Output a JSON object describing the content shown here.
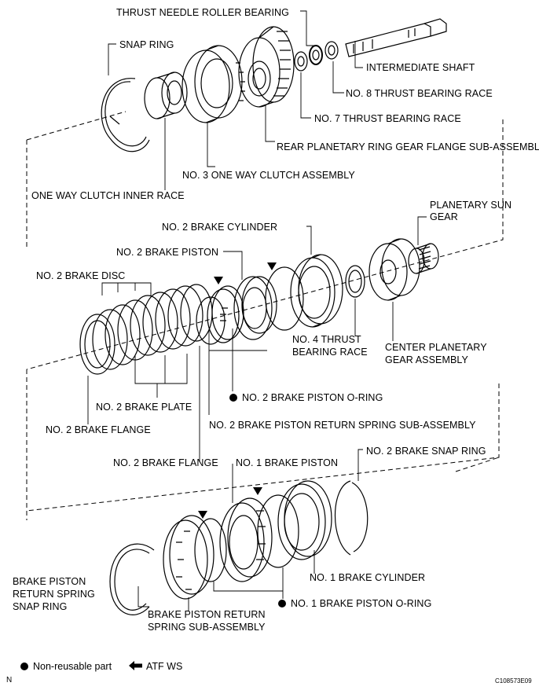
{
  "labels": {
    "thrust_needle_roller_bearing": "THRUST NEEDLE ROLLER BEARING",
    "snap_ring": "SNAP RING",
    "intermediate_shaft": "INTERMEDIATE SHAFT",
    "no8_thrust_bearing_race": "NO. 8 THRUST BEARING RACE",
    "no7_thrust_bearing_race": "NO. 7 THRUST BEARING RACE",
    "rear_planetary_ring_gear_flange": "REAR PLANETARY RING GEAR FLANGE SUB-ASSEMBLY",
    "no3_one_way_clutch": "NO. 3 ONE WAY CLUTCH ASSEMBLY",
    "one_way_clutch_inner_race": "ONE WAY CLUTCH INNER RACE",
    "planetary_sun_gear_1": "PLANETARY SUN",
    "planetary_sun_gear_2": "GEAR",
    "no2_brake_cylinder": "NO. 2 BRAKE CYLINDER",
    "no2_brake_piston": "NO. 2 BRAKE PISTON",
    "no2_brake_disc": "NO. 2 BRAKE DISC",
    "no4_thrust_bearing_race_1": "NO. 4 THRUST",
    "no4_thrust_bearing_race_2": "BEARING RACE",
    "center_planetary_gear_1": "CENTER PLANETARY",
    "center_planetary_gear_2": "GEAR ASSEMBLY",
    "no2_brake_piston_oring": "NO. 2 BRAKE PISTON O-RING",
    "no2_brake_plate": "NO. 2 BRAKE PLATE",
    "no2_brake_flange_a": "NO. 2 BRAKE FLANGE",
    "no2_brake_piston_return_spring": "NO. 2 BRAKE PISTON RETURN SPRING SUB-ASSEMBLY",
    "no2_brake_flange_b": "NO. 2 BRAKE FLANGE",
    "no1_brake_piston": "NO. 1 BRAKE PISTON",
    "no2_brake_snap_ring": "NO. 2 BRAKE SNAP RING",
    "brake_piston_return_spring_snap_ring_1": "BRAKE PISTON",
    "brake_piston_return_spring_snap_ring_2": "RETURN SPRING",
    "brake_piston_return_spring_snap_ring_3": "SNAP RING",
    "no1_brake_cylinder": "NO. 1 BRAKE CYLINDER",
    "brake_piston_return_spring_sub_1": "BRAKE PISTON RETURN",
    "brake_piston_return_spring_sub_2": "SPRING SUB-ASSEMBLY",
    "no1_brake_piston_oring": "NO. 1 BRAKE PISTON O-RING"
  },
  "legend": {
    "non_reusable": "Non-reusable part",
    "atf": "ATF WS"
  },
  "corner": {
    "left": "N",
    "right": "C108573E09"
  },
  "icons": {
    "non_reusable": "filled-dot-icon",
    "atf": "arrow-left-icon"
  }
}
